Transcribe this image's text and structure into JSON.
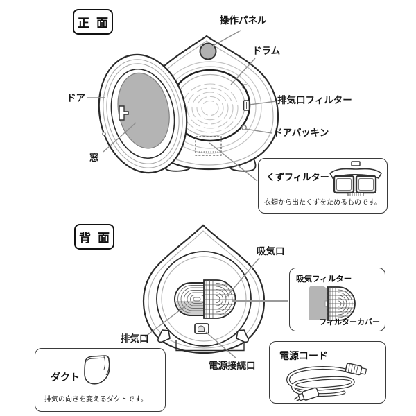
{
  "diagram": {
    "front": {
      "badge": "正 面",
      "labels": {
        "control_panel": "操作パネル",
        "drum": "ドラム",
        "door": "ドア",
        "exhaust_filter": "排気口フィルター",
        "window": "窓",
        "door_packing": "ドアパッキン"
      },
      "lint_filter_box": {
        "title": "くずフィルター",
        "description": "衣類から出たくずをためるものです。"
      }
    },
    "back": {
      "badge": "背 面",
      "labels": {
        "intake": "吸気口",
        "exhaust": "排気口",
        "power_connector": "電源接続口"
      },
      "intake_filter_box": {
        "title": "吸気フィルター",
        "cover_label": "フィルターカバー"
      },
      "duct_box": {
        "title": "ダクト",
        "description": "排気の向きを変えるダクトです。"
      },
      "power_cord_box": {
        "title": "電源コード"
      }
    },
    "colors": {
      "outline": "#2b2b2b",
      "light_line": "#b3b3b3",
      "leader_line": "#8f8f8f",
      "gray_fill": "#b4b4b4"
    }
  }
}
